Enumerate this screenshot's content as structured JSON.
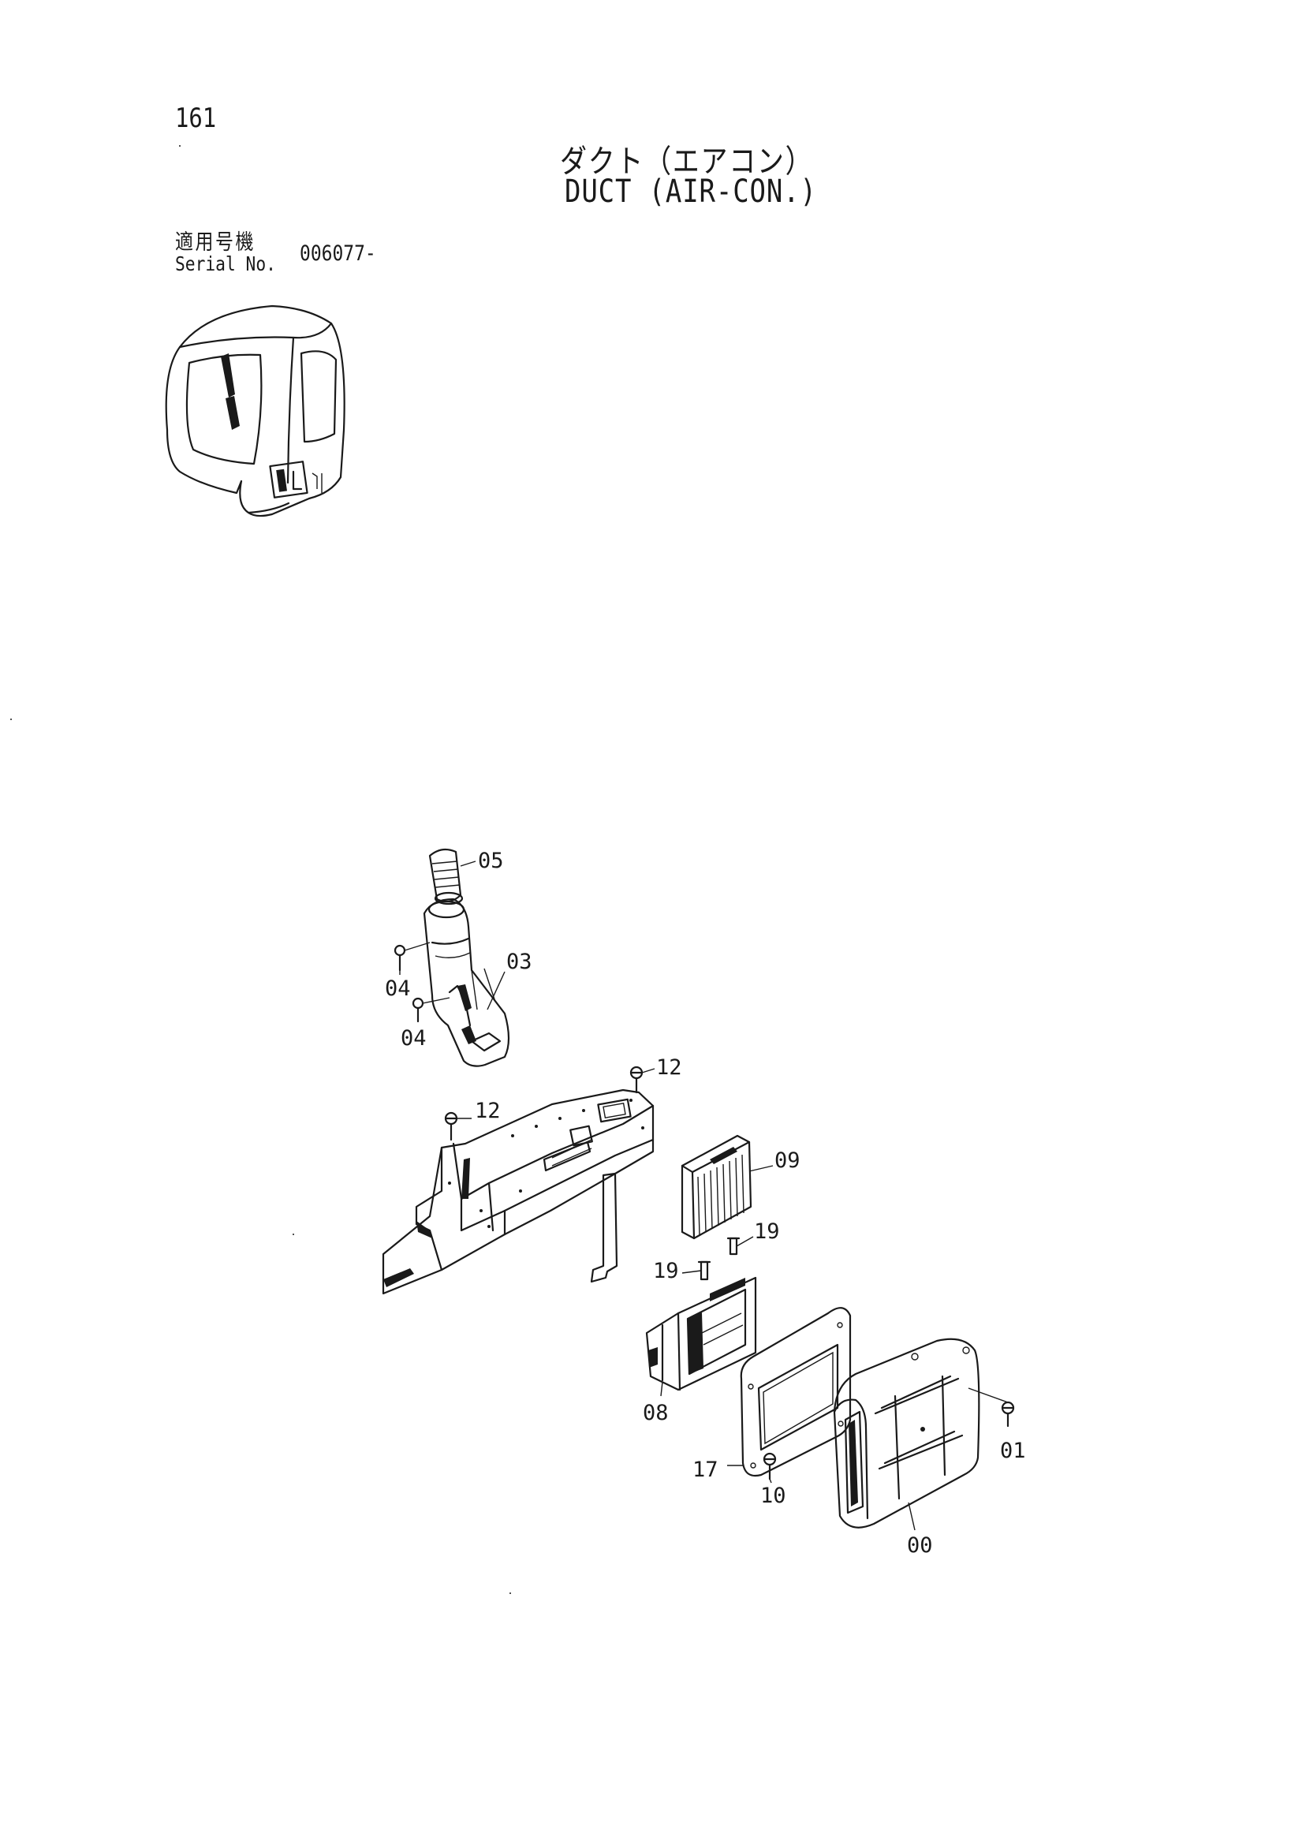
{
  "page_number": "161",
  "title_jp": "ダクト（エアコン）",
  "title_en": "DUCT (AIR-CON.)",
  "serial": {
    "label_jp": "適用号機",
    "label_en": "Serial No.",
    "value": "006077-"
  },
  "callouts": {
    "p05": "05",
    "p03": "03",
    "p04a": "04",
    "p04b": "04",
    "p12a": "12",
    "p12b": "12",
    "p09": "09",
    "p19a": "19",
    "p19b": "19",
    "p08": "08",
    "p17": "17",
    "p10": "10",
    "p01": "01",
    "p00": "00"
  }
}
